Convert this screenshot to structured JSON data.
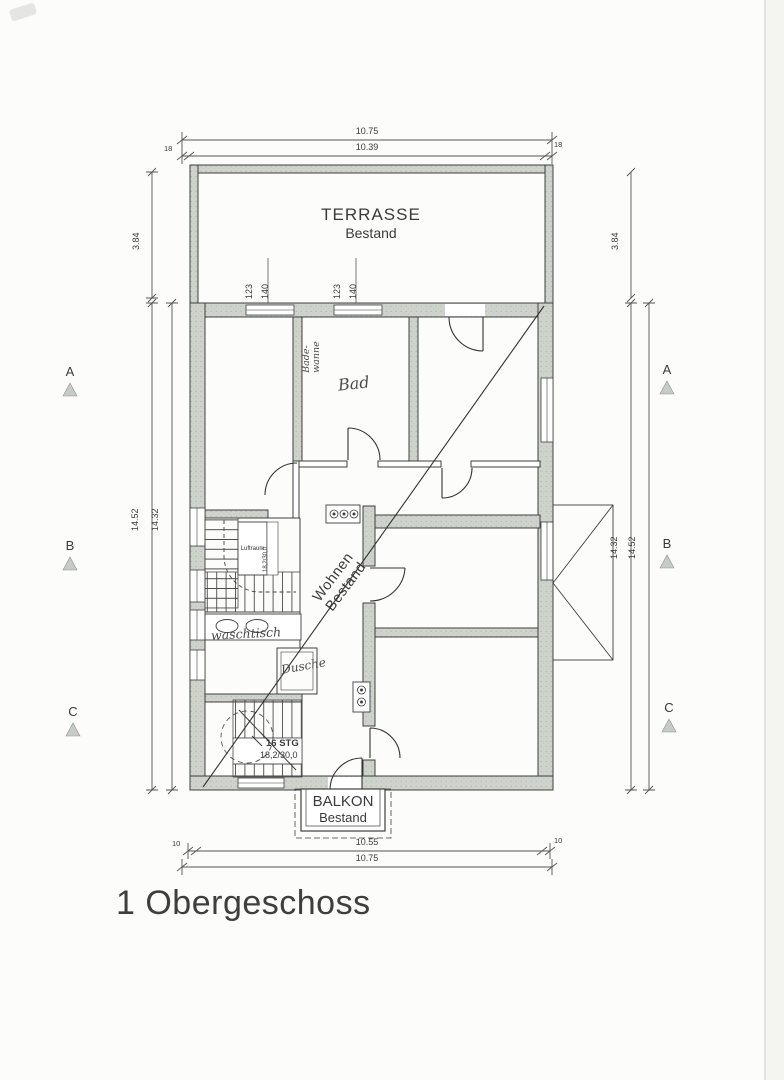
{
  "title": {
    "text": "1 Obergeschoss"
  },
  "rooms": {
    "terrasse": {
      "label": "TERRASSE",
      "sub": "Bestand"
    },
    "balkon": {
      "label": "BALKON",
      "sub": "Bestand"
    },
    "wohnen": {
      "label": "Wohnen",
      "sub": "Bestand"
    },
    "bad": {
      "label": "Bad"
    },
    "badewanne": {
      "line1": "Bade-",
      "line2": "wanne"
    },
    "waschtisch": {
      "label": "waschtisch"
    },
    "dusche": {
      "label": "Dusche"
    },
    "luftraum": {
      "label": "Luftraum"
    }
  },
  "stairs": {
    "steps_label": "16 STG",
    "ratio_label": "18,2/30,0",
    "side_note": "18,2/30,0"
  },
  "dims": {
    "top_outer": "10.75",
    "top_inner": "10.39",
    "top_end_left": "18",
    "top_end_right": "18",
    "bottom_inner": "10.55",
    "bottom_outer": "10.75",
    "bottom_end_left": "10",
    "bottom_end_right": "10",
    "left_terrace": "3.84",
    "right_terrace": "3.84",
    "left_outer": "14.52",
    "left_inner": "14.32",
    "right_inner": "14.32",
    "right_outer": "14.52",
    "window1": {
      "w": "123",
      "h": "140"
    },
    "window2": {
      "w": "123",
      "h": "140"
    }
  },
  "markers": {
    "left": [
      "A",
      "B",
      "C"
    ],
    "right": [
      "A",
      "B",
      "C"
    ]
  },
  "colors": {
    "wall_fill": "#ced3cb",
    "line": "#3f3f3f",
    "paper": "#fcfcfa"
  }
}
